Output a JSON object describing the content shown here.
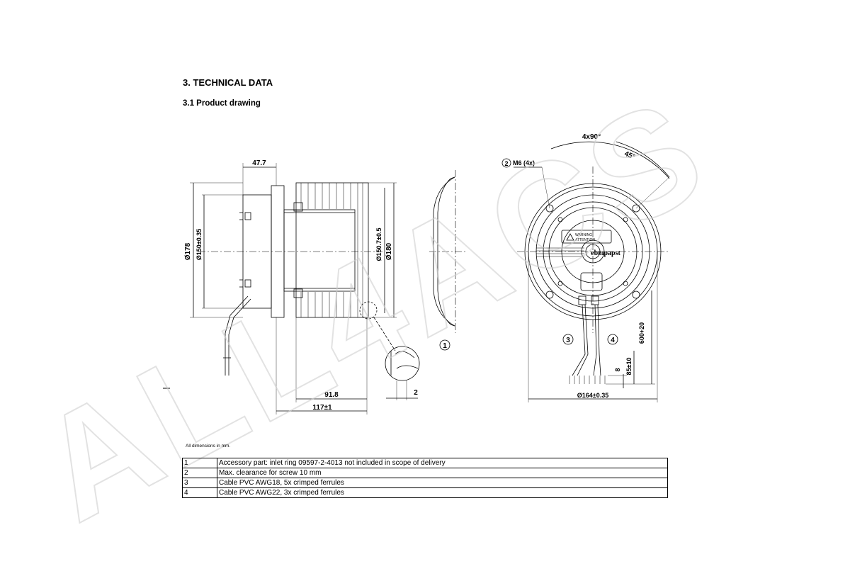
{
  "heading": "3. TECHNICAL DATA",
  "subheading": "3.1 Product drawing",
  "drawing": {
    "dim_47_7": "47.7",
    "dim_178": "Ø178",
    "dim_150": "Ø150±0.35",
    "dim_150_7": "Ø150.7±0.5",
    "dim_180": "Ø180",
    "dim_91_8": "91.8",
    "dim_117": "117±1",
    "dim_2": "2",
    "callout_1": "1",
    "callout_2": "2",
    "callout_3": "3",
    "callout_4": "4",
    "label_m6": "M6 (4x)",
    "label_4x90": "4x90°",
    "label_45": "45°",
    "dim_164": "Ø164±0.35",
    "dim_600": "600+20",
    "dim_85": "85±10",
    "dim_8": "8",
    "brand": "ebmpapst",
    "warning_1": "WARNING",
    "warning_2": "ATTENTION"
  },
  "footnote": "All dimensions in mm.",
  "notes": [
    {
      "num": "1",
      "text": "Accessory part: inlet ring 09597-2-4013 not included in scope of delivery"
    },
    {
      "num": "2",
      "text": "Max. clearance for screw 10 mm"
    },
    {
      "num": "3",
      "text": "Cable PVC AWG18, 5x crimped ferrules"
    },
    {
      "num": "4",
      "text": "Cable PVC AWG22, 3x crimped ferrules"
    }
  ],
  "watermark": "ALL4ACS"
}
